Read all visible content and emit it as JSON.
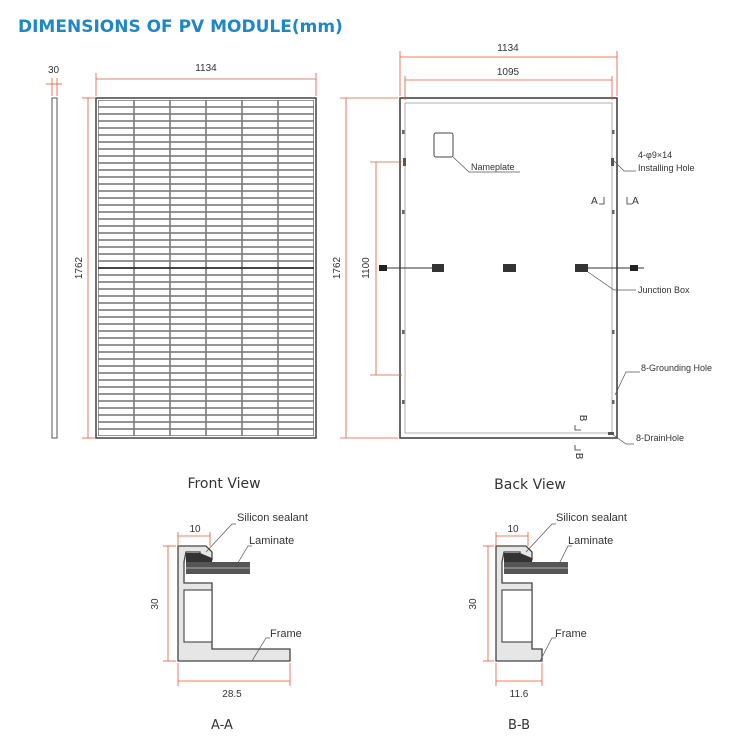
{
  "header": {
    "title": "DIMENSIONS OF PV MODULE(mm)"
  },
  "front_view": {
    "caption": "Front View",
    "side_thickness": "30",
    "width": "1134",
    "height": "1762"
  },
  "back_view": {
    "caption": "Back View",
    "width_outer": "1134",
    "width_inner": "1095",
    "height": "1762",
    "hole_spacing": "1100",
    "labels": {
      "nameplate": "Nameplate",
      "installing_hole_size": "4-φ9×14",
      "installing_hole": "Installing Hole",
      "junction_box": "Junction Box",
      "grounding_hole": "8-Grounding Hole",
      "drain_hole": "8-DrainHole"
    },
    "section_marks": {
      "a": "A",
      "b": "B"
    }
  },
  "section_aa": {
    "name": "A-A",
    "top_width": "10",
    "height": "30",
    "base_width": "28.5",
    "labels": {
      "sealant": "Silicon sealant",
      "laminate": "Laminate",
      "frame": "Frame"
    }
  },
  "section_bb": {
    "name": "B-B",
    "top_width": "10",
    "height": "30",
    "base_width": "11.6",
    "labels": {
      "sealant": "Silicon sealant",
      "laminate": "Laminate",
      "frame": "Frame"
    }
  }
}
